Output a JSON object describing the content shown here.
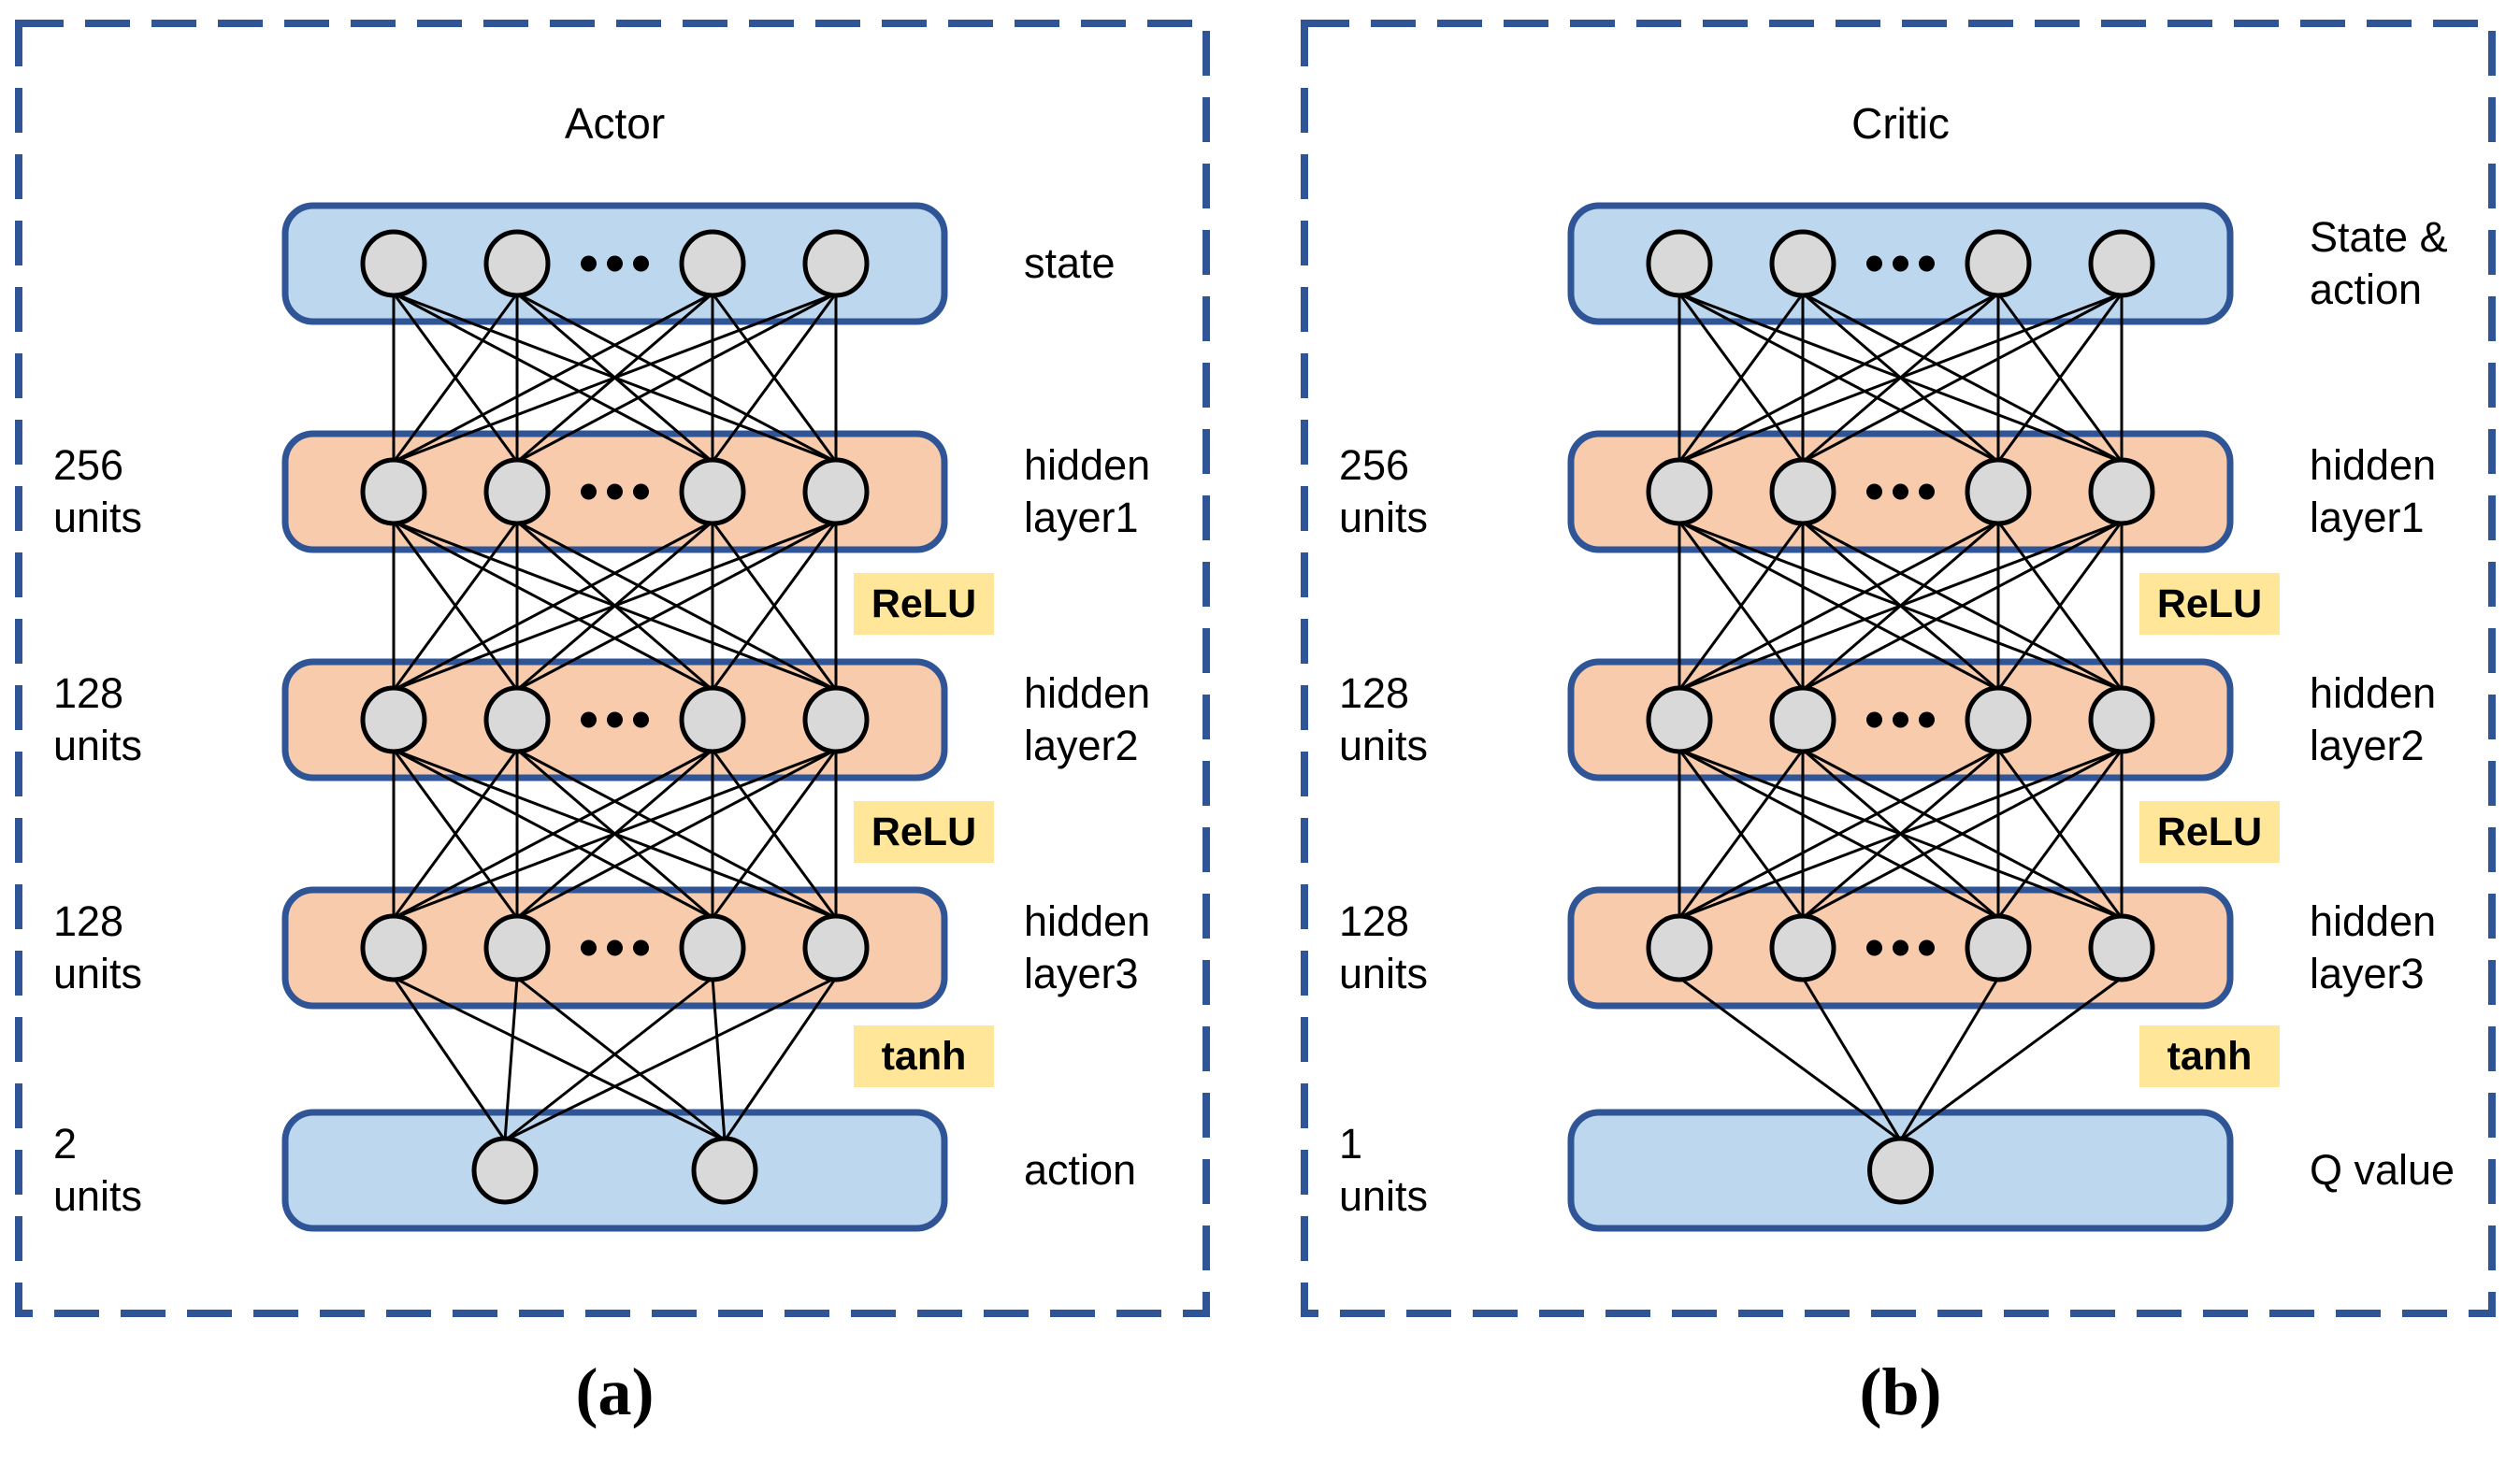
{
  "figure": {
    "colors": {
      "panel_border": "#2F5597",
      "box_border": "#2F5597",
      "input_fill": "#BDD7EE",
      "hidden_fill": "#F8CBAD",
      "activation_fill": "#FFE699",
      "node_fill": "#D9D9D9",
      "node_border": "#000000",
      "line": "#000000",
      "text": "#000000"
    },
    "panels": [
      {
        "id": "actor",
        "title": "Actor",
        "caption": "(a)",
        "layers": [
          {
            "kind": "input",
            "nodes": 4,
            "ellipsis": true,
            "name": "state",
            "units": ""
          },
          {
            "kind": "hidden",
            "nodes": 4,
            "ellipsis": true,
            "name": "hidden\nlayer1",
            "units": "256\nunits",
            "activation": "ReLU"
          },
          {
            "kind": "hidden",
            "nodes": 4,
            "ellipsis": true,
            "name": "hidden\nlayer2",
            "units": "128\nunits",
            "activation": "ReLU"
          },
          {
            "kind": "hidden",
            "nodes": 4,
            "ellipsis": true,
            "name": "hidden\nlayer3",
            "units": "128\nunits",
            "activation": "tanh"
          },
          {
            "kind": "output",
            "nodes": 2,
            "ellipsis": false,
            "name": "action",
            "units": "2\nunits"
          }
        ]
      },
      {
        "id": "critic",
        "title": "Critic",
        "caption": "(b)",
        "layers": [
          {
            "kind": "input",
            "nodes": 4,
            "ellipsis": true,
            "name": "State &\naction",
            "units": ""
          },
          {
            "kind": "hidden",
            "nodes": 4,
            "ellipsis": true,
            "name": "hidden\nlayer1",
            "units": "256\nunits",
            "activation": "ReLU"
          },
          {
            "kind": "hidden",
            "nodes": 4,
            "ellipsis": true,
            "name": "hidden\nlayer2",
            "units": "128\nunits",
            "activation": "ReLU"
          },
          {
            "kind": "hidden",
            "nodes": 4,
            "ellipsis": true,
            "name": "hidden\nlayer3",
            "units": "128\nunits",
            "activation": "tanh"
          },
          {
            "kind": "output",
            "nodes": 1,
            "ellipsis": false,
            "name": "Q value",
            "units": "1\nunits"
          }
        ]
      }
    ]
  }
}
